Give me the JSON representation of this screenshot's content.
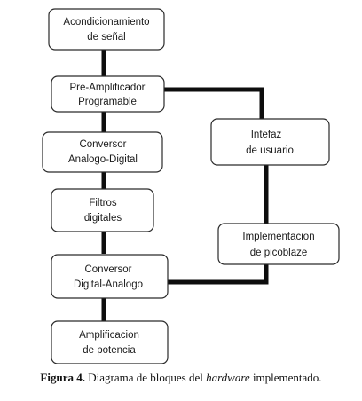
{
  "blocks": {
    "acondicionamiento": [
      "Acondicionamiento",
      "de señal"
    ],
    "preamp": [
      "Pre-Amplificador",
      "Programable"
    ],
    "adc": [
      "Conversor",
      "Analogo-Digital"
    ],
    "filtros": [
      "Filtros",
      "digitales"
    ],
    "dac": [
      "Conversor",
      "Digital-Analogo"
    ],
    "amplificacion": [
      "Amplificacion",
      "de potencia"
    ],
    "interfaz": [
      "Intefaz",
      "de usuario"
    ],
    "picoblaze": [
      "Implementacion",
      "de picoblaze"
    ]
  },
  "caption": {
    "figure_label": "Figura 4.",
    "text_before": " Diagrama de bloques del ",
    "text_italic": "hardware",
    "text_after": " implementado."
  },
  "colors": {
    "box_stroke": "#2a2a2a",
    "connector": "#0d0d0d",
    "text": "#1a1a1a"
  }
}
